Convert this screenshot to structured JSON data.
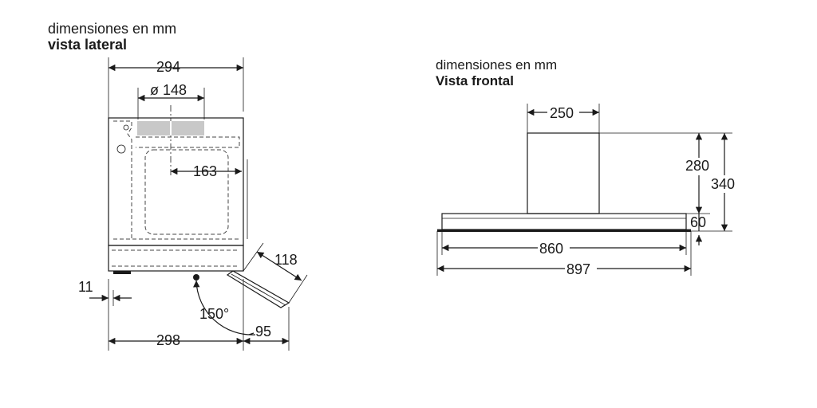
{
  "side_view": {
    "caption_line1": "dimensiones en mm",
    "caption_line2": "vista lateral",
    "dims": {
      "width_top": "294",
      "duct_diameter": "ø 148",
      "duct_offset": "163",
      "visor_depth": "118",
      "side_offset": "11",
      "angle": "150°",
      "width_bottom": "298",
      "visor_projection": "95"
    }
  },
  "front_view": {
    "caption_line1": "dimensiones en mm",
    "caption_line2": "Vista frontal",
    "dims": {
      "chimney_width": "250",
      "chimney_height": "280",
      "total_height": "340",
      "canopy_height": "60",
      "canopy_width": "860",
      "total_width": "897"
    }
  },
  "colors": {
    "line": "#1a1a1a",
    "filter_gray": "#c8c8c8",
    "panel_bg": "#f7f7f7"
  }
}
